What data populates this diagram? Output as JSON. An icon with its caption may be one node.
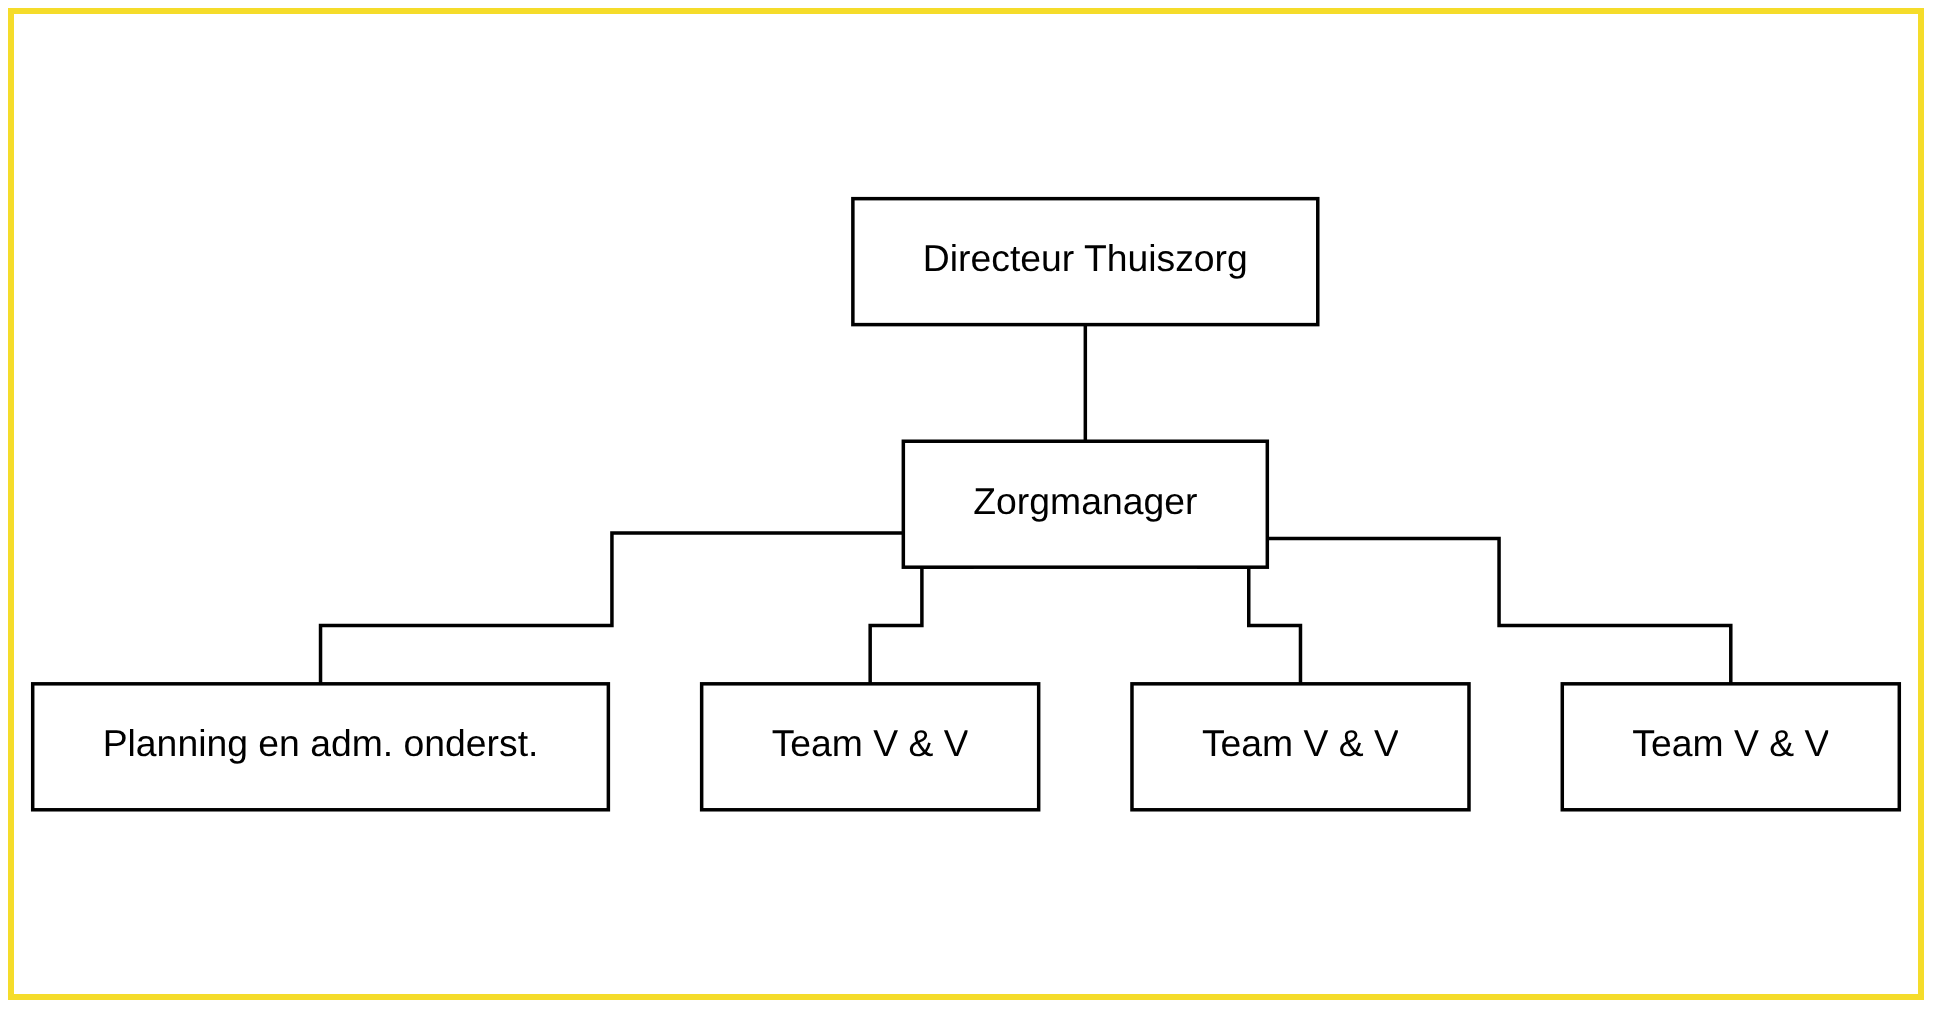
{
  "diagram": {
    "nodes": [
      {
        "text": [
          "Directeur Thuiszorg"
        ]
      },
      {
        "text": [
          "Zorgmanager"
        ]
      },
      {
        "text": [
          "Planning en adm. onderst."
        ]
      },
      {
        "text": [
          "Team V & V"
        ]
      },
      {
        "text": [
          "Team V & V"
        ]
      },
      {
        "text": [
          "Team V & V"
        ]
      }
    ],
    "edges": [
      {
        "from": 0,
        "to": 1,
        "arrow": "none"
      },
      {
        "from": 1,
        "to": 2,
        "arrow": "none"
      },
      {
        "from": 1,
        "to": 3,
        "arrow": "none"
      },
      {
        "from": 1,
        "to": 4,
        "arrow": "none"
      },
      {
        "from": 1,
        "to": 5,
        "arrow": "none"
      }
    ]
  }
}
